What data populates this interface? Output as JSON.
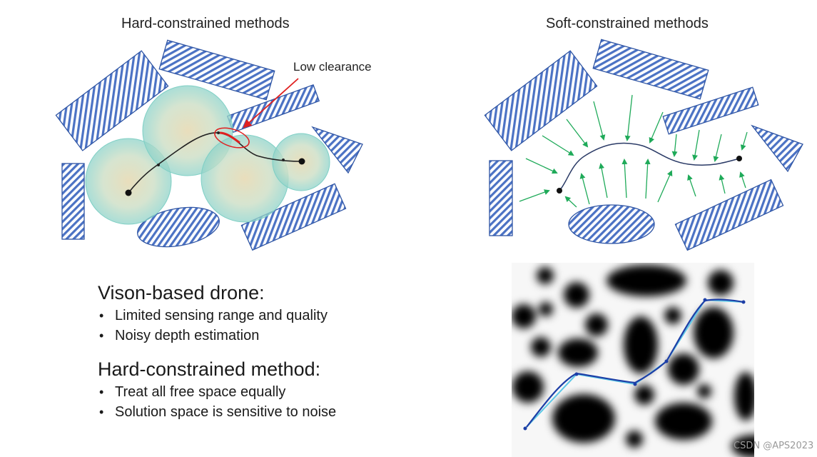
{
  "left_panel": {
    "title": "Hard-constrained methods",
    "annotation": "Low clearance"
  },
  "right_panel": {
    "title": "Soft-constrained methods"
  },
  "text_sections": [
    {
      "heading": "Vison-based drone:",
      "bullets": [
        "Limited sensing range and quality",
        "Noisy depth estimation"
      ]
    },
    {
      "heading": "Hard-constrained method:",
      "bullets": [
        "Treat all free space equally",
        "Solution space is sensitive to noise"
      ]
    }
  ],
  "watermark": "CSDN @APS2023",
  "colors": {
    "obstacle_stroke": "#2f55a4",
    "obstacle_hatch": "#4b72c4",
    "arrow_green": "#1faa59",
    "annotation_red": "#e02020",
    "path_dark": "#2a3a66",
    "path_cyan": "#5fc8e6"
  }
}
